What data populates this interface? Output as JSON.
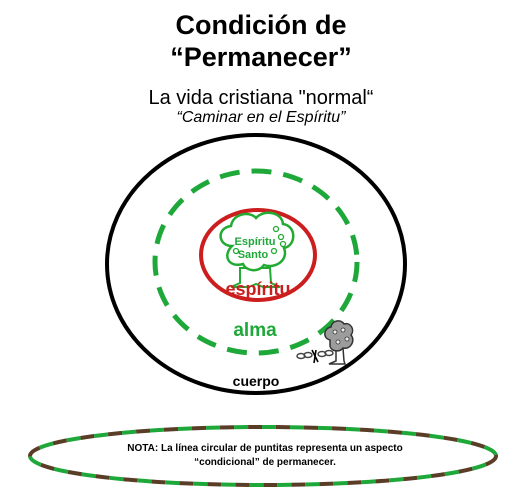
{
  "title": {
    "line1": "Condición de",
    "line2": "“Permanecer”"
  },
  "subtitle": "La vida cristiana \"normal“",
  "subtitle_italic": "“Caminar en el Espíritu”",
  "labels": {
    "holy_spirit_line1": "Espíritu",
    "holy_spirit_line2": "Santo",
    "spirit": "espíritu",
    "soul": "alma",
    "body": "cuerpo"
  },
  "note": {
    "line1": "NOTA:  La línea circular de puntitas representa un aspecto",
    "line2": "“condicional” de permanecer."
  },
  "colors": {
    "spirit_red": "#cc1e1e",
    "soul_green": "#1fa83a",
    "tree_green": "#22aa33",
    "note_dash_brown": "#5a3d26",
    "black": "#000000"
  },
  "icons": {
    "tree": "green-tree-icon",
    "withered_tree": "gray-tree-icon",
    "broken_chain": "broken-chain-icon"
  }
}
